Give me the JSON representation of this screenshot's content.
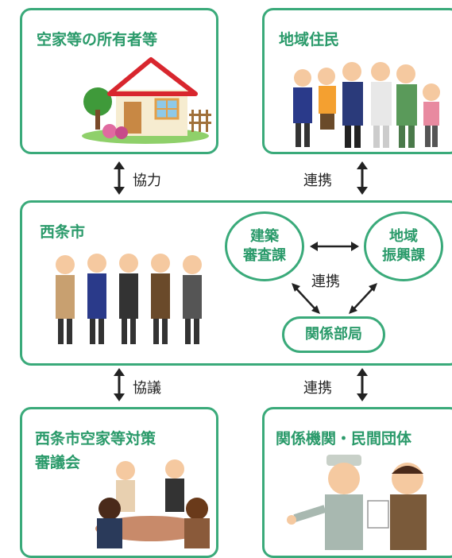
{
  "owners_box": {
    "title": "空家等の所有者等"
  },
  "residents_box": {
    "title": "地域住民"
  },
  "city_box": {
    "title": "西条市",
    "building_review": {
      "line1": "建築",
      "line2": "審査課"
    },
    "regional_promo": {
      "line1": "地域",
      "line2": "振興課"
    },
    "related_depts": "関係部局",
    "inner_link_label": "連携"
  },
  "council_box": {
    "line1": "西条市空家等対策",
    "line2": "審議会"
  },
  "orgs_box": {
    "title": "関係機関・民間団体"
  },
  "links": {
    "owners_city": "協力",
    "residents_city": "連携",
    "city_council": "協議",
    "city_orgs": "連携"
  },
  "colors": {
    "accent": "#3aaa7a",
    "accent_text": "#2a9a6a",
    "roof": "#d8262e"
  }
}
